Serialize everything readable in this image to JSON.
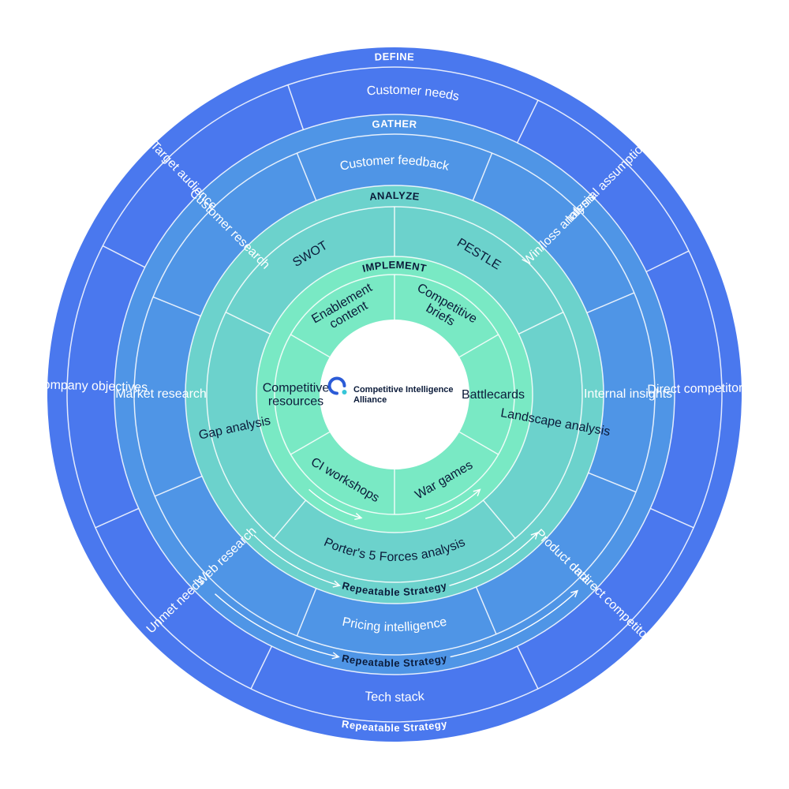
{
  "colors": {
    "background": "#ffffff",
    "define_ring": "#4a78ee",
    "gather_ring": "#4f95e6",
    "analyze_ring": "#6cd2cc",
    "implement_ring": "#79e9c4",
    "center": "#ffffff",
    "divider": "#ffffff",
    "dark_text": "#0b1b3a",
    "light_text": "#ffffff"
  },
  "rings": {
    "define": {
      "title": "DEFINE",
      "segments": [
        "Customer needs",
        "Internal assumptions",
        "Direct competitors",
        "Indirect competitors",
        "Tech stack",
        "Unmet needs",
        "Company objectives",
        "Target audience"
      ],
      "footer": "Repeatable Strategy"
    },
    "gather": {
      "title": "GATHER",
      "segments": [
        "Customer feedback",
        "Win/loss analysis",
        "Internal insights",
        "Product data",
        "Pricing intelligence",
        "Web research",
        "Market research",
        "Customer research"
      ],
      "footer": "Repeatable Strategy"
    },
    "analyze": {
      "title": "ANALYZE",
      "segments": [
        "PESTLE",
        "Landscape analysis",
        "Porter's 5 Forces analysis",
        "Gap analysis",
        "SWOT"
      ],
      "footer": "Repeatable Strategy"
    },
    "implement": {
      "title": "IMPLEMENT",
      "segments": [
        {
          "lines": [
            "Competitive",
            "briefs"
          ]
        },
        {
          "lines": [
            "Battlecards"
          ]
        },
        {
          "lines": [
            "War games"
          ]
        },
        {
          "lines": [
            "CI workshops"
          ]
        },
        {
          "lines": [
            "Competitive",
            "resources"
          ]
        },
        {
          "lines": [
            "Enablement",
            "content"
          ]
        }
      ]
    }
  },
  "logo": {
    "icon": "ci-alliance-logo-icon",
    "line1": "Competitive Intelligence",
    "line2": "Alliance",
    "colors": [
      "#2b5bd7",
      "#36c6d8"
    ]
  }
}
